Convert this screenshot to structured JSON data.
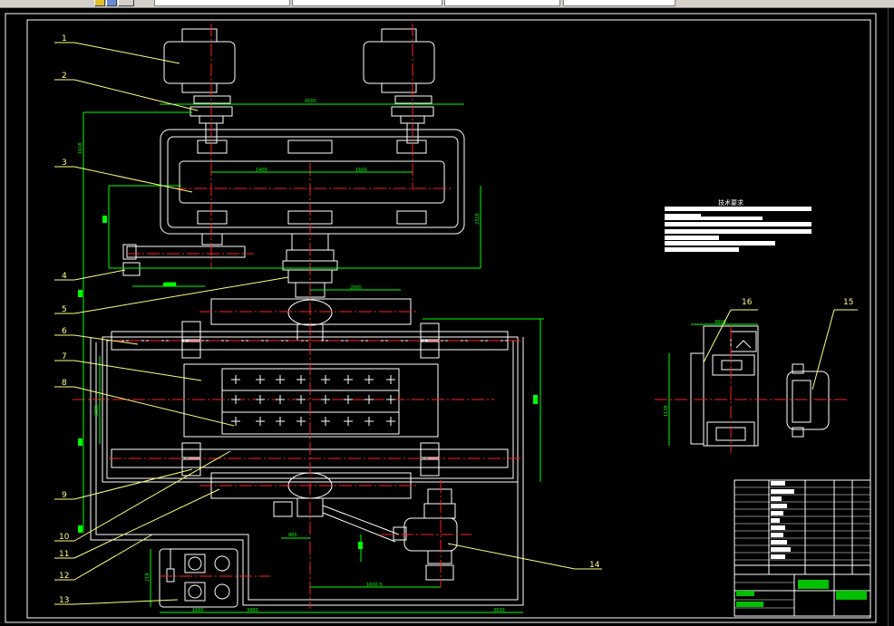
{
  "toolbar": {
    "items": [
      "layer-combo",
      "color-combo",
      "linetype-combo",
      "lineweight-combo",
      "plotstyle-combo"
    ]
  },
  "drawing": {
    "part_labels": [
      "1",
      "2",
      "3",
      "4",
      "5",
      "6",
      "7",
      "8",
      "9",
      "10",
      "11",
      "12",
      "13",
      "14",
      "15",
      "16"
    ],
    "dimensions": {
      "top_width": "4500",
      "inner_left": "1400",
      "inner_right": "1600",
      "left_height": "1618",
      "right_height": "2318",
      "arm_length": "2000",
      "shaft_span": "2950",
      "roller_height": "3480",
      "motor_offset": "900",
      "motor_drop": "1600.5",
      "base_left": "1600",
      "base_right": "3530",
      "base_small": "3480",
      "base_height": "218",
      "side_width": "3000",
      "side_height": "1138"
    },
    "notes_title": "技术要求"
  },
  "colors": {
    "bg": "#000000",
    "line": "#ffffff",
    "center": "#ff2020",
    "dim": "#00ff00",
    "leader": "#ffff80"
  }
}
